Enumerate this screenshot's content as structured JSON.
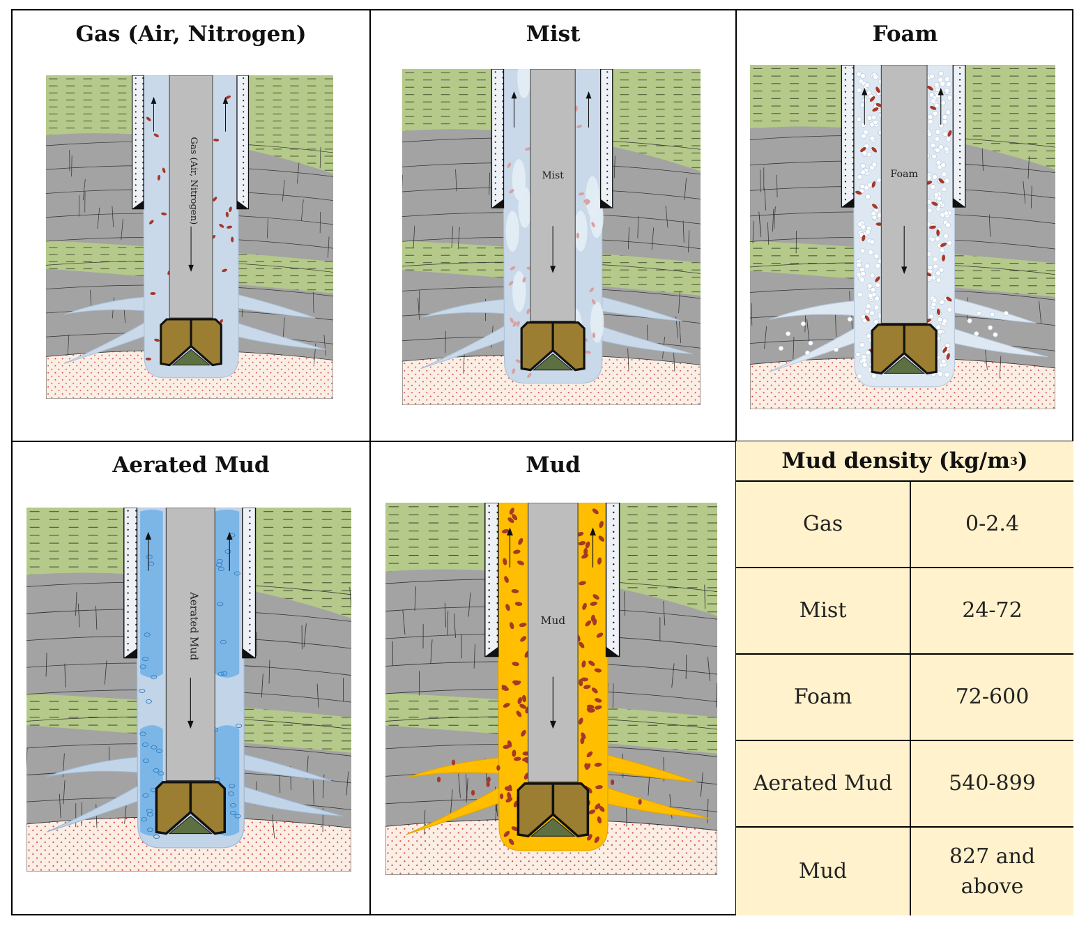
{
  "panels": [
    {
      "title": "Gas (Air, Nitrogen)",
      "pipe_label": "Gas (Air, Nitrogen)",
      "fluid": "gas"
    },
    {
      "title": "Mist",
      "pipe_label": "Mist",
      "fluid": "mist"
    },
    {
      "title": "Foam",
      "pipe_label": "Foam",
      "fluid": "foam"
    },
    {
      "title": "Aerated Mud",
      "pipe_label": "Aerated Mud",
      "fluid": "aerated"
    },
    {
      "title": "Mud",
      "pipe_label": "Mud",
      "fluid": "mud"
    }
  ],
  "density_table": {
    "title": "Mud density (kg/m",
    "title_sup": "3",
    "title_close": ")",
    "rows": [
      {
        "fluid": "Gas",
        "density": "0-2.4"
      },
      {
        "fluid": "Mist",
        "density": "24-72"
      },
      {
        "fluid": "Foam",
        "density": "72-600"
      },
      {
        "fluid": "Aerated Mud",
        "density": "540-899"
      },
      {
        "fluid": "Mud",
        "density": "827 and above"
      }
    ]
  },
  "colors": {
    "shale_green": "#b5c98a",
    "rock_gray": "#a3a3a3",
    "sand": "#fbeee4",
    "sand_dots": "#d03a3a",
    "drillpipe": "#bdbdbd",
    "bit": "#9c7e32",
    "bit_teeth": "#5d7042",
    "cuttings": "#a63828",
    "gas_fluid": "#c9d9ea",
    "mist_fluid": "#c9d9ea",
    "foam_fluid": "#dde8f3",
    "aerated_fluid": "#c2d4e8",
    "aerated_blob": "#6aaee6",
    "mud_fluid": "#ffbf00",
    "table_bg": "#fff2cc"
  }
}
